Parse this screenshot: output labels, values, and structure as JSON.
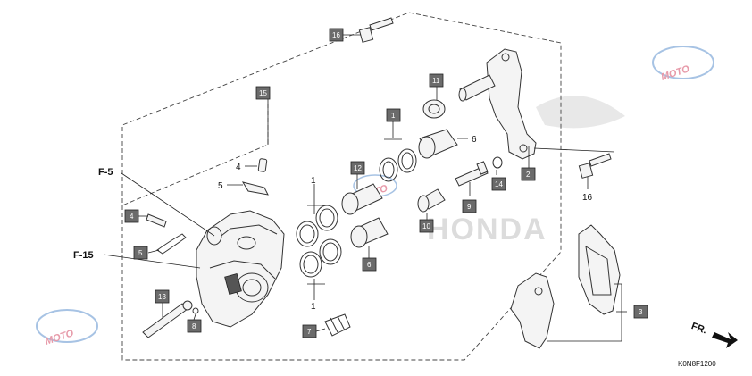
{
  "diagram": {
    "code": "K0N8F1200",
    "direction": "FR.",
    "watermark": "HONDA",
    "logo": "MOTO"
  },
  "refs": {
    "f5": "F-5",
    "f15": "F-15"
  },
  "tags": {
    "t1": "1",
    "t2": "2",
    "t3": "3",
    "t4": "4",
    "t5": "5",
    "t6": "6",
    "t7": "7",
    "t8": "8",
    "t9": "9",
    "t10": "10",
    "t11": "11",
    "t12": "12",
    "t13": "13",
    "t14": "14",
    "t15": "15",
    "t16": "16"
  },
  "plain_labels": {
    "l1a": "1",
    "l1b": "1",
    "l4": "4",
    "l5": "5",
    "l6": "6",
    "l16": "16"
  }
}
